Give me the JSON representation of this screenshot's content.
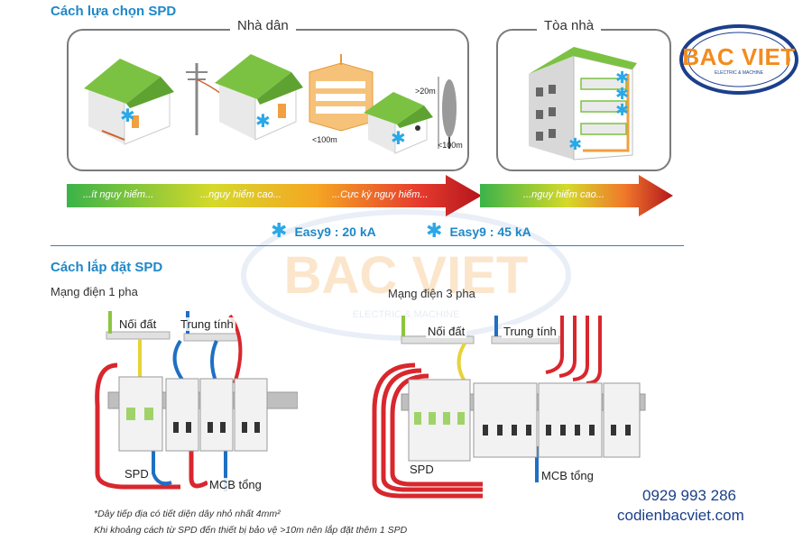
{
  "section1": {
    "title": "Cách lựa chọn SPD",
    "residential_title": "Nhà dân",
    "building_title": "Tòa nhà",
    "dist_20m": ">20m",
    "dist_100m_a": "<100m",
    "dist_100m_b": "<100m",
    "risk_labels": [
      "...ít nguy hiểm...",
      "...nguy hiểm cao...",
      "...Cực kỳ nguy hiểm...",
      "...nguy hiểm cao..."
    ],
    "legend": [
      {
        "icon": "star-icon",
        "label": "Easy9 : 20 kA"
      },
      {
        "icon": "star-icon",
        "label": "Easy9 : 45 kA"
      }
    ]
  },
  "section2": {
    "title": "Cách lắp đặt SPD",
    "single_phase": {
      "title": "Mạng điện 1 pha",
      "earth_label": "Nối đất",
      "neutral_label": "Trung tính",
      "spd_label": "SPD",
      "mcb_label": "MCB tổng"
    },
    "three_phase": {
      "title": "Mạng điện 3 pha",
      "earth_label": "Nối đất",
      "neutral_label": "Trung tính",
      "spd_label": "SPD",
      "mcb_label": "MCB tổng"
    },
    "notes": [
      "*Dây tiếp địa có tiết diện dây nhỏ nhất 4mm²",
      "Khi khoảng cách từ SPD đến thiết bị bảo vệ >10m nên lắp đặt thêm 1 SPD"
    ]
  },
  "brand": {
    "logo_text": "BAC VIET",
    "logo_sub": "ELECTRIC & MACHINE",
    "phone": "0929 993 286",
    "website": "codienbacviet.com",
    "watermark_text": "BAC VIET",
    "watermark_sub": "ELECTRIC & MACHINE"
  },
  "colors": {
    "accent": "#1e88c8",
    "star": "#2aa8e8",
    "house_green": "#7cc242",
    "wire_red": "#d8272d",
    "wire_blue": "#1f6fc4",
    "wire_earth": "#8cc63f",
    "logo_orange": "#f28c1e",
    "logo_navy": "#1b3f8b"
  }
}
